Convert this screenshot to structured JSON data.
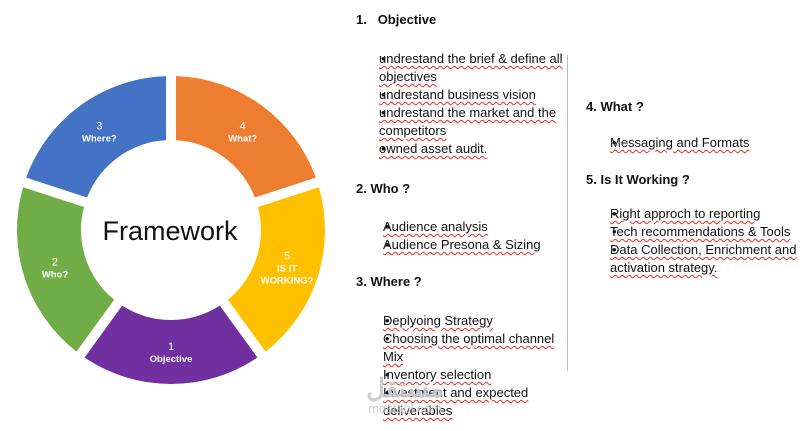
{
  "diagram": {
    "center_label": "Framework",
    "segments": [
      {
        "id": "objective",
        "number": "1",
        "label": [
          "Objective"
        ],
        "color": "#7030a0"
      },
      {
        "id": "who",
        "number": "2",
        "label": [
          "Who?"
        ],
        "color": "#70ad47"
      },
      {
        "id": "where",
        "number": "3",
        "label": [
          "Where?"
        ],
        "color": "#4472c4"
      },
      {
        "id": "what",
        "number": "4",
        "label": [
          "What?"
        ],
        "color": "#ed7d31"
      },
      {
        "id": "is-it-working",
        "number": "5",
        "label": [
          "IS IT",
          "WORKING?"
        ],
        "color": "#ffc000"
      }
    ]
  },
  "sections": {
    "objective": {
      "heading_num": "1.",
      "heading": "Objective",
      "items": [
        "undrestand the brief & define all objectives",
        "undrestand  business vision",
        "undrestand the market and the competitors",
        "owned asset audit."
      ]
    },
    "who": {
      "heading": "2. Who ?",
      "items": [
        "Audience analysis",
        "Audience Presona & Sizing"
      ]
    },
    "where": {
      "heading": "3. Where ?",
      "items": [
        "Deplyoing Strategy",
        "Choosing the optimal channel Mix",
        "Inventory selection",
        "Investment and expected deliverables"
      ]
    },
    "what": {
      "heading": "4. What ?",
      "items": [
        "Messaging and Formats"
      ]
    },
    "working": {
      "heading": "5. Is It Working ?",
      "items": [
        "Right approch to reporting",
        "Tech recommendations & Tools",
        "Data Collection, Enrichment and activation strategy."
      ]
    }
  },
  "watermark": {
    "logo": "مستقل",
    "url": "mostaql.com"
  }
}
